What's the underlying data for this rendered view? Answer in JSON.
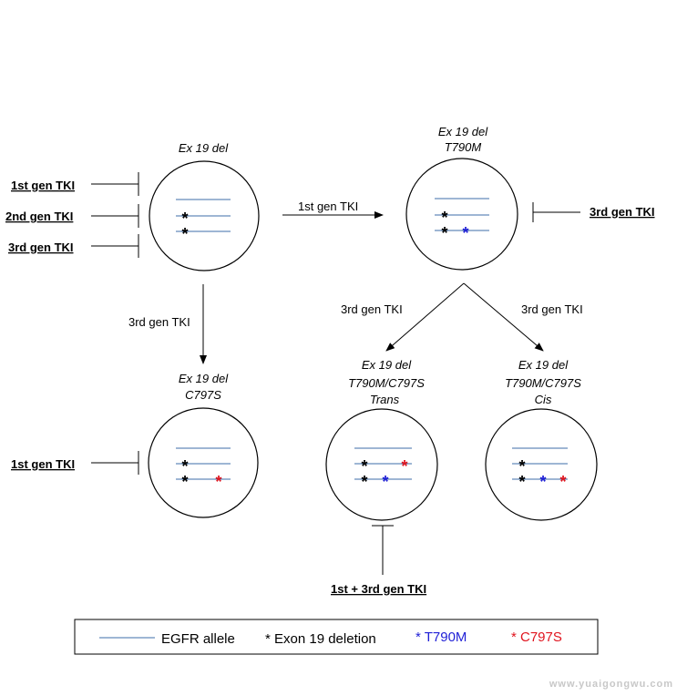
{
  "colors": {
    "allele": "#3d6ea8",
    "exon19": "#000000",
    "t790m": "#1f1fd6",
    "c797s": "#e0141e"
  },
  "nodes": {
    "ex19": {
      "title": "Ex 19 del"
    },
    "t790m": {
      "title_line1": "Ex 19 del",
      "title_line2": "T790M"
    },
    "c797s": {
      "title_line1": "Ex 19 del",
      "title_line2": "C797S"
    },
    "trans": {
      "title_line1": "Ex 19 del",
      "title_line2": "T790M/C797S",
      "title_line3": "Trans"
    },
    "cis": {
      "title_line1": "Ex 19 del",
      "title_line2": "T790M/C797S",
      "title_line3": "Cis"
    }
  },
  "inhibitors": {
    "ex19_1st": "1st gen TKI",
    "ex19_2nd": "2nd gen TKI",
    "ex19_3rd": "3rd gen TKI",
    "t790m_3rd": "3rd gen TKI",
    "c797s_1st": "1st gen TKI",
    "trans_combo": "1st + 3rd  gen TKI"
  },
  "transitions": {
    "ex19_to_t790m": "1st gen TKI",
    "ex19_to_c797s": "3rd gen TKI",
    "t790m_to_trans": "3rd gen TKI",
    "t790m_to_cis": "3rd gen TKI"
  },
  "mutation_mark": "*",
  "legend": {
    "allele": "EGFR allele",
    "exon19": "* Exon 19 deletion",
    "t790m": "* T790M",
    "c797s": "* C797S"
  },
  "watermark": "www.yuaigongwu.com"
}
